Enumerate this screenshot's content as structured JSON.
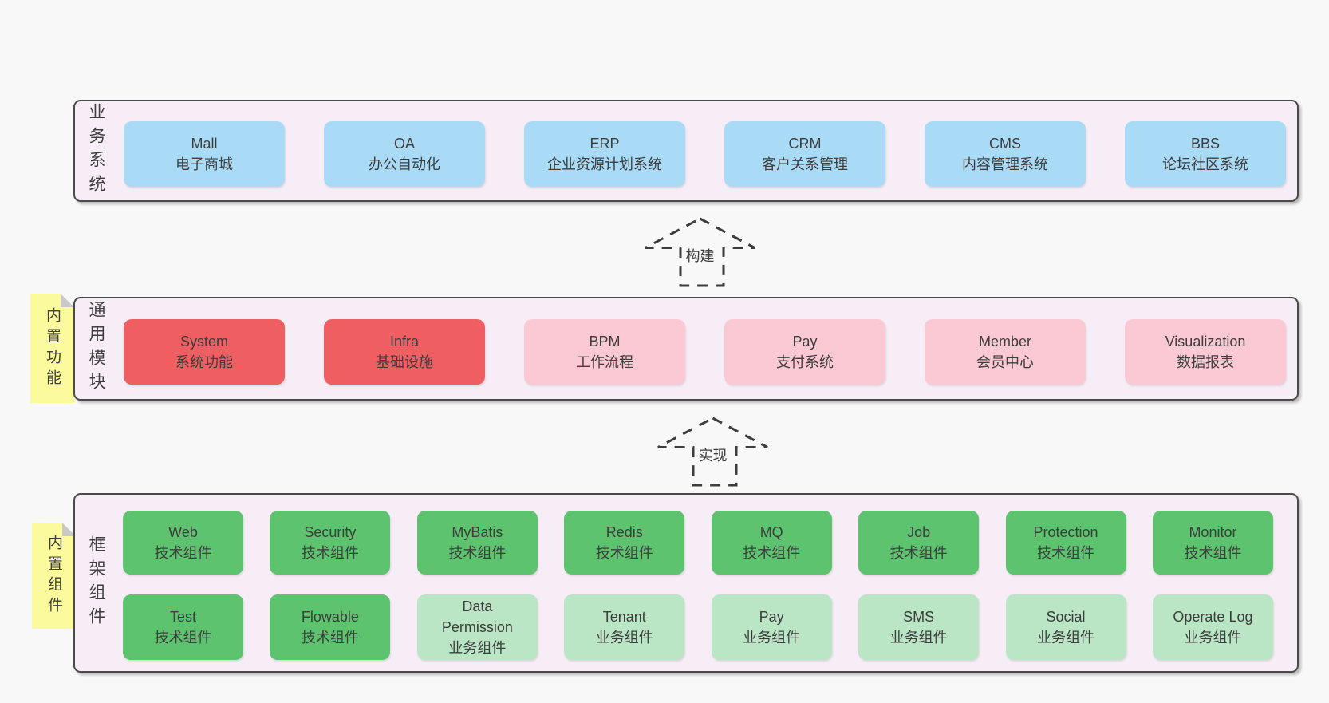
{
  "colors": {
    "page_bg": "#f8f8f8",
    "band_fill": "#f7edf6",
    "band_border": "#4a4a4a",
    "blue": "#a9dbf6",
    "red": "#ef5e61",
    "pink": "#fbc9d4",
    "green_dark": "#5dc36f",
    "green_light": "#bae6c6",
    "sticky_yellow": "#fbfa9c",
    "fold_gray": "#c9c9c9",
    "text": "#3d3d3d"
  },
  "business": {
    "label": "业务系统",
    "boxes": [
      {
        "name": "Mall",
        "desc": "电子商城"
      },
      {
        "name": "OA",
        "desc": "办公自动化"
      },
      {
        "name": "ERP",
        "desc": "企业资源计划系统"
      },
      {
        "name": "CRM",
        "desc": "客户关系管理"
      },
      {
        "name": "CMS",
        "desc": "内容管理系统"
      },
      {
        "name": "BBS",
        "desc": "论坛社区系统"
      }
    ]
  },
  "arrows": {
    "build": "构建",
    "implement": "实现"
  },
  "modules": {
    "label": "通用模块",
    "sticky": "内置功能",
    "boxes": [
      {
        "name": "System",
        "desc": "系统功能"
      },
      {
        "name": "Infra",
        "desc": "基础设施"
      },
      {
        "name": "BPM",
        "desc": "工作流程"
      },
      {
        "name": "Pay",
        "desc": "支付系统"
      },
      {
        "name": "Member",
        "desc": "会员中心"
      },
      {
        "name": "Visualization",
        "desc": "数据报表"
      }
    ]
  },
  "framework": {
    "label": "框架组件",
    "sticky": "内置组件",
    "row1": [
      {
        "name": "Web",
        "desc": "技术组件"
      },
      {
        "name": "Security",
        "desc": "技术组件"
      },
      {
        "name": "MyBatis",
        "desc": "技术组件"
      },
      {
        "name": "Redis",
        "desc": "技术组件"
      },
      {
        "name": "MQ",
        "desc": "技术组件"
      },
      {
        "name": "Job",
        "desc": "技术组件"
      },
      {
        "name": "Protection",
        "desc": "技术组件"
      },
      {
        "name": "Monitor",
        "desc": "技术组件"
      }
    ],
    "row2": [
      {
        "name": "Test",
        "desc": "技术组件"
      },
      {
        "name": "Flowable",
        "desc": "技术组件"
      },
      {
        "name": "Data Permission",
        "desc": "业务组件"
      },
      {
        "name": "Tenant",
        "desc": "业务组件"
      },
      {
        "name": "Pay",
        "desc": "业务组件"
      },
      {
        "name": "SMS",
        "desc": "业务组件"
      },
      {
        "name": "Social",
        "desc": "业务组件"
      },
      {
        "name": "Operate Log",
        "desc": "业务组件"
      }
    ]
  }
}
